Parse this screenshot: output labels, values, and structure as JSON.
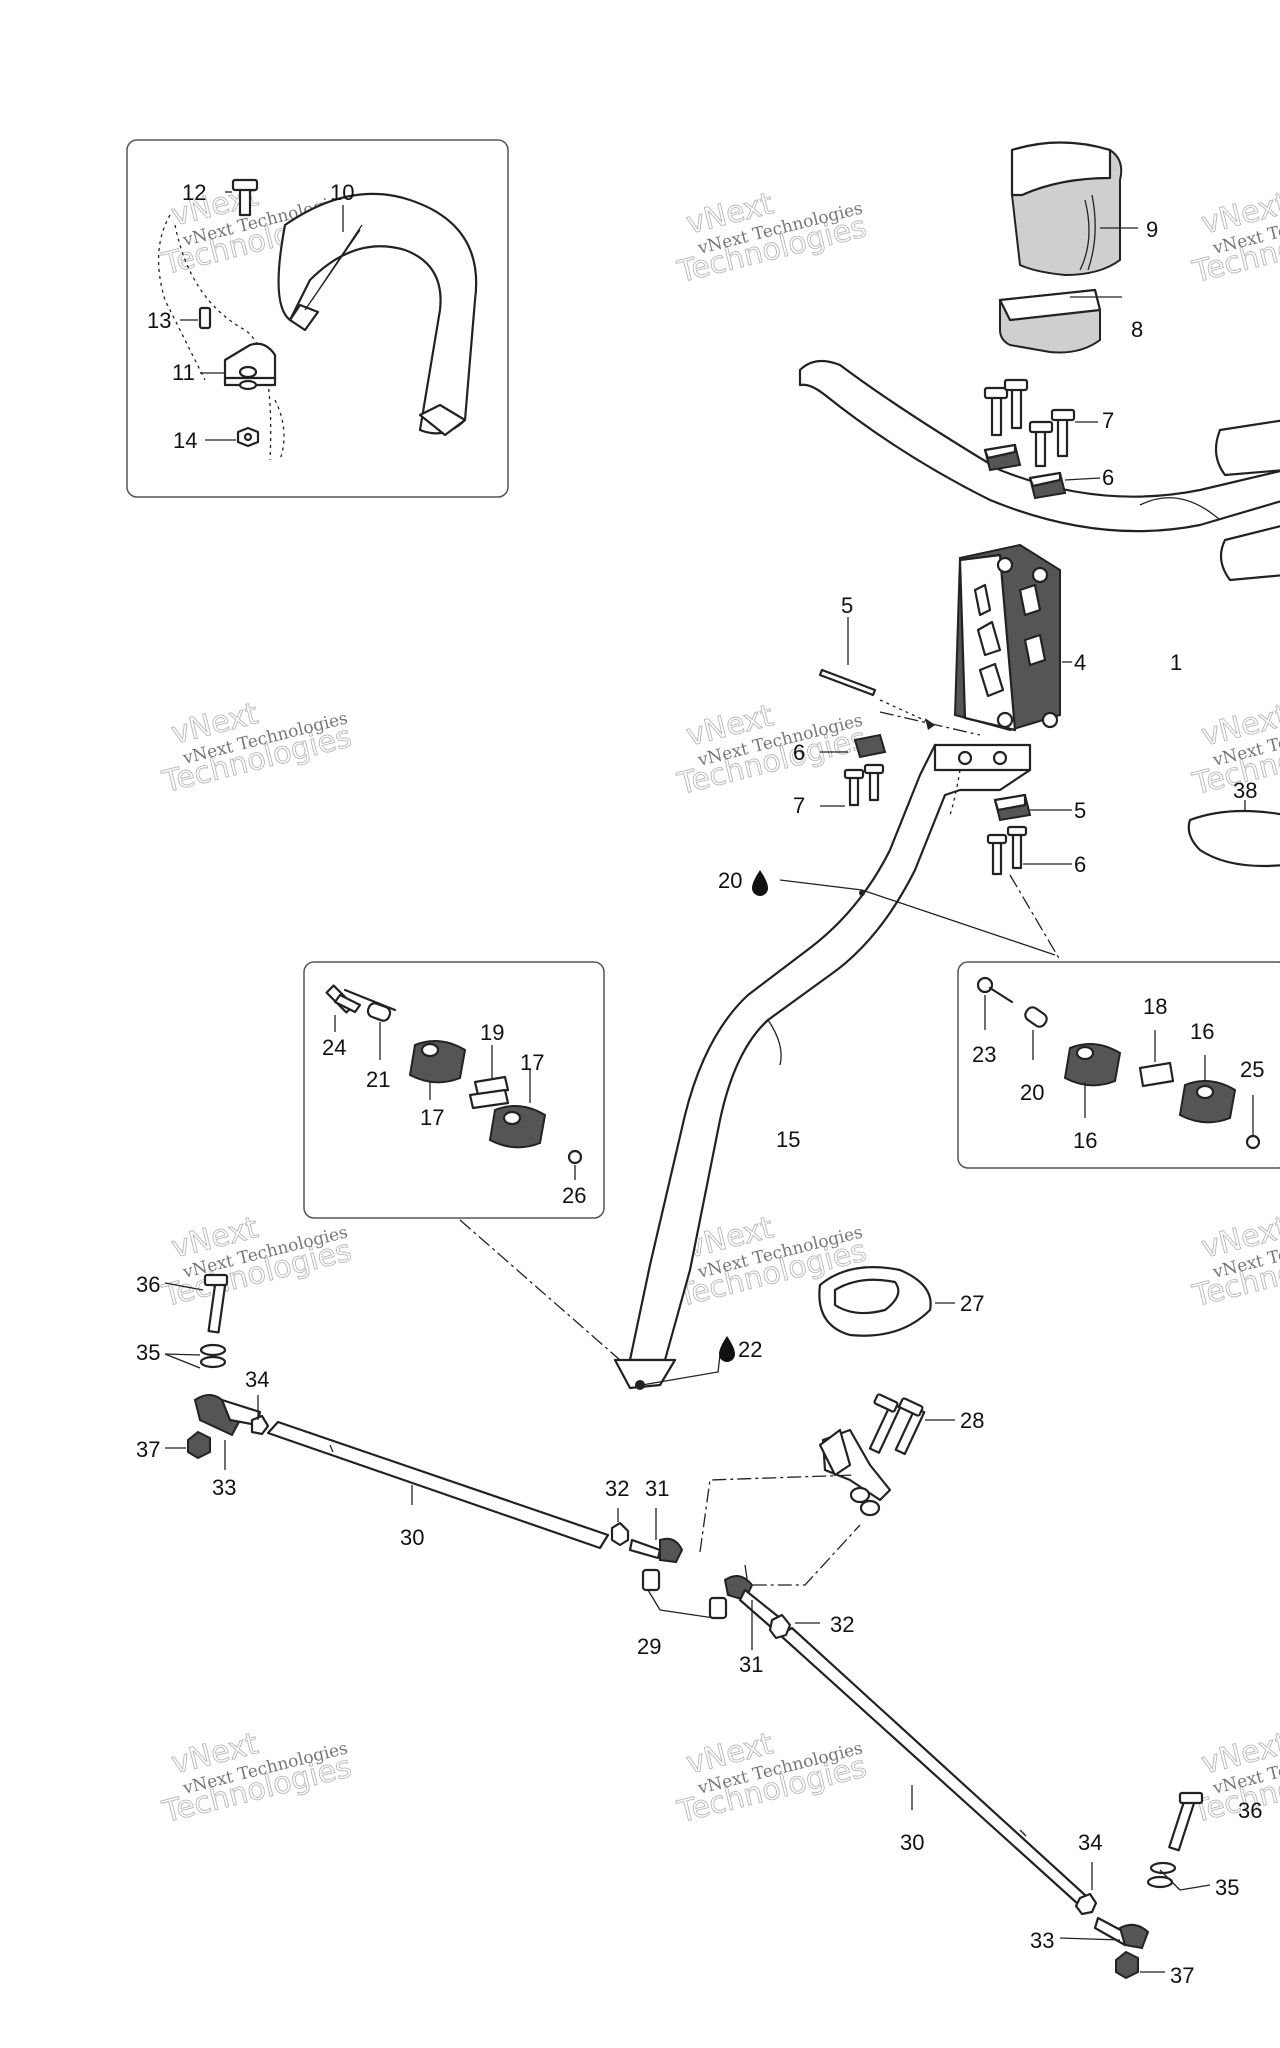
{
  "watermark": {
    "line1": "vNext Technologies",
    "line2": "Technologies",
    "line3": "vNext"
  },
  "callouts": {
    "c1": "1",
    "c4": "4",
    "c5a": "5",
    "c5b": "5",
    "c6a": "6",
    "c6b": "6",
    "c6c": "6",
    "c7a": "7",
    "c7b": "7",
    "c8": "8",
    "c9": "9",
    "c10": "10",
    "c11": "11",
    "c12": "12",
    "c13": "13",
    "c14": "14",
    "c15": "15",
    "c16a": "16",
    "c16b": "16",
    "c17a": "17",
    "c17b": "17",
    "c18": "18",
    "c19": "19",
    "c20a": "20",
    "c20b": "20",
    "c21": "21",
    "c22": "22",
    "c23": "23",
    "c24": "24",
    "c25": "25",
    "c26": "26",
    "c27": "27",
    "c28": "28",
    "c29": "29",
    "c30a": "30",
    "c30b": "30",
    "c31a": "31",
    "c31b": "31",
    "c32a": "32",
    "c32b": "32",
    "c33a": "33",
    "c33b": "33",
    "c34a": "34",
    "c34b": "34",
    "c35a": "35",
    "c35b": "35",
    "c36a": "36",
    "c36b": "36",
    "c37a": "37",
    "c37b": "37",
    "c38": "38"
  },
  "icons": {
    "lubricant": "oil-drop-icon"
  }
}
